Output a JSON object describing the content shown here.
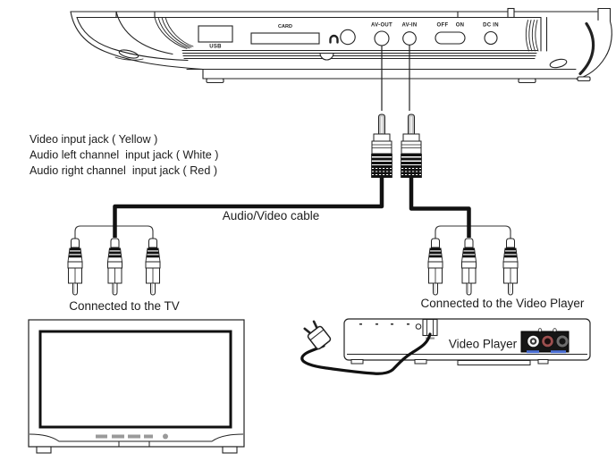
{
  "device": {
    "usb": "USB",
    "card": "CARD",
    "av_out": "AV-OUT",
    "av_in": "AV-IN",
    "off": "OFF",
    "on": "ON",
    "dc_in": "DC IN"
  },
  "labels": {
    "video_jack": "Video input jack ( Yellow )",
    "audio_left_jack": "Audio left channel  input jack ( White )",
    "audio_right_jack": "Audio right channel  input jack ( Red )",
    "cable": "Audio/Video cable",
    "tv_caption": "Connected to the TV",
    "player_caption": "Connected to the Video Player",
    "player_name": "Video Player"
  },
  "colors": {
    "line": "#1c1c1c",
    "jack_panel": "#161616",
    "jack_white": "#f5f5f5",
    "jack_red": "#9c4f4f",
    "jack_black": "#6e6e6e",
    "jack_label_blue": "#4a6fd4",
    "tv_button_gray": "#9a9a9a",
    "plug_pin_gray": "#c4c4c4"
  }
}
